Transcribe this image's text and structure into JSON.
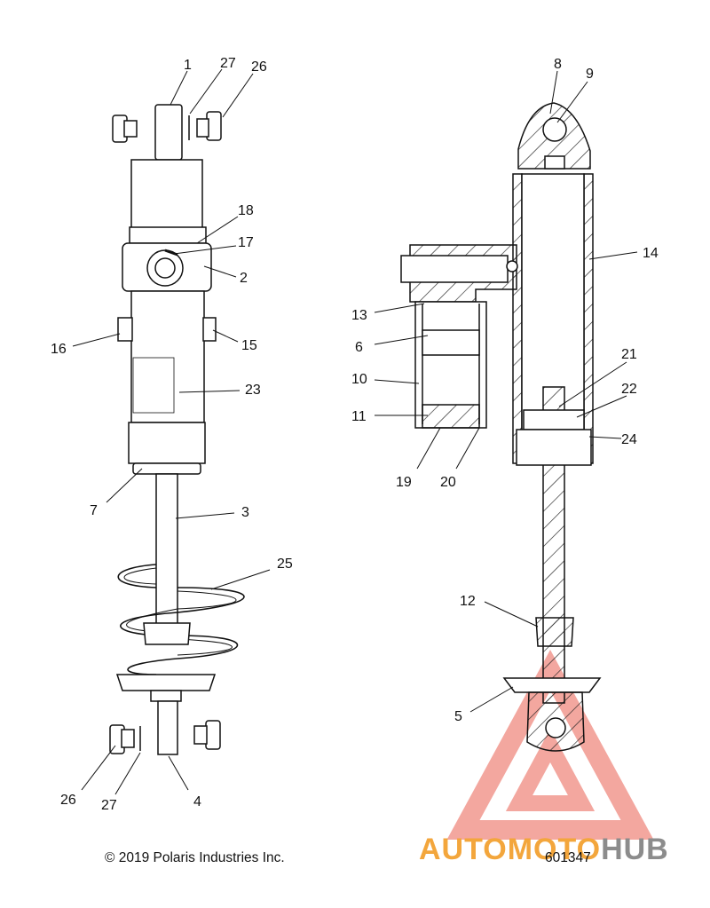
{
  "callouts": {
    "c1": "1",
    "c27a": "27",
    "c26a": "26",
    "c18": "18",
    "c17": "17",
    "c2": "2",
    "c16": "16",
    "c15": "15",
    "c23": "23",
    "c7": "7",
    "c3": "3",
    "c25": "25",
    "c26b": "26",
    "c27b": "27",
    "c4": "4",
    "c8": "8",
    "c9": "9",
    "c14": "14",
    "c13": "13",
    "c6": "6",
    "c10": "10",
    "c11": "11",
    "c19": "19",
    "c20": "20",
    "c21": "21",
    "c22": "22",
    "c24": "24",
    "c12": "12",
    "c5": "5"
  },
  "copyright": "© 2019 Polaris Industries Inc.",
  "doc_number": "601347",
  "watermark": {
    "part1": "AUTOMOTO",
    "part2": "HUB",
    "color_a": "#f3a63c",
    "color_b": "#8c8c8c",
    "triangle_color": "#ef8a80"
  }
}
